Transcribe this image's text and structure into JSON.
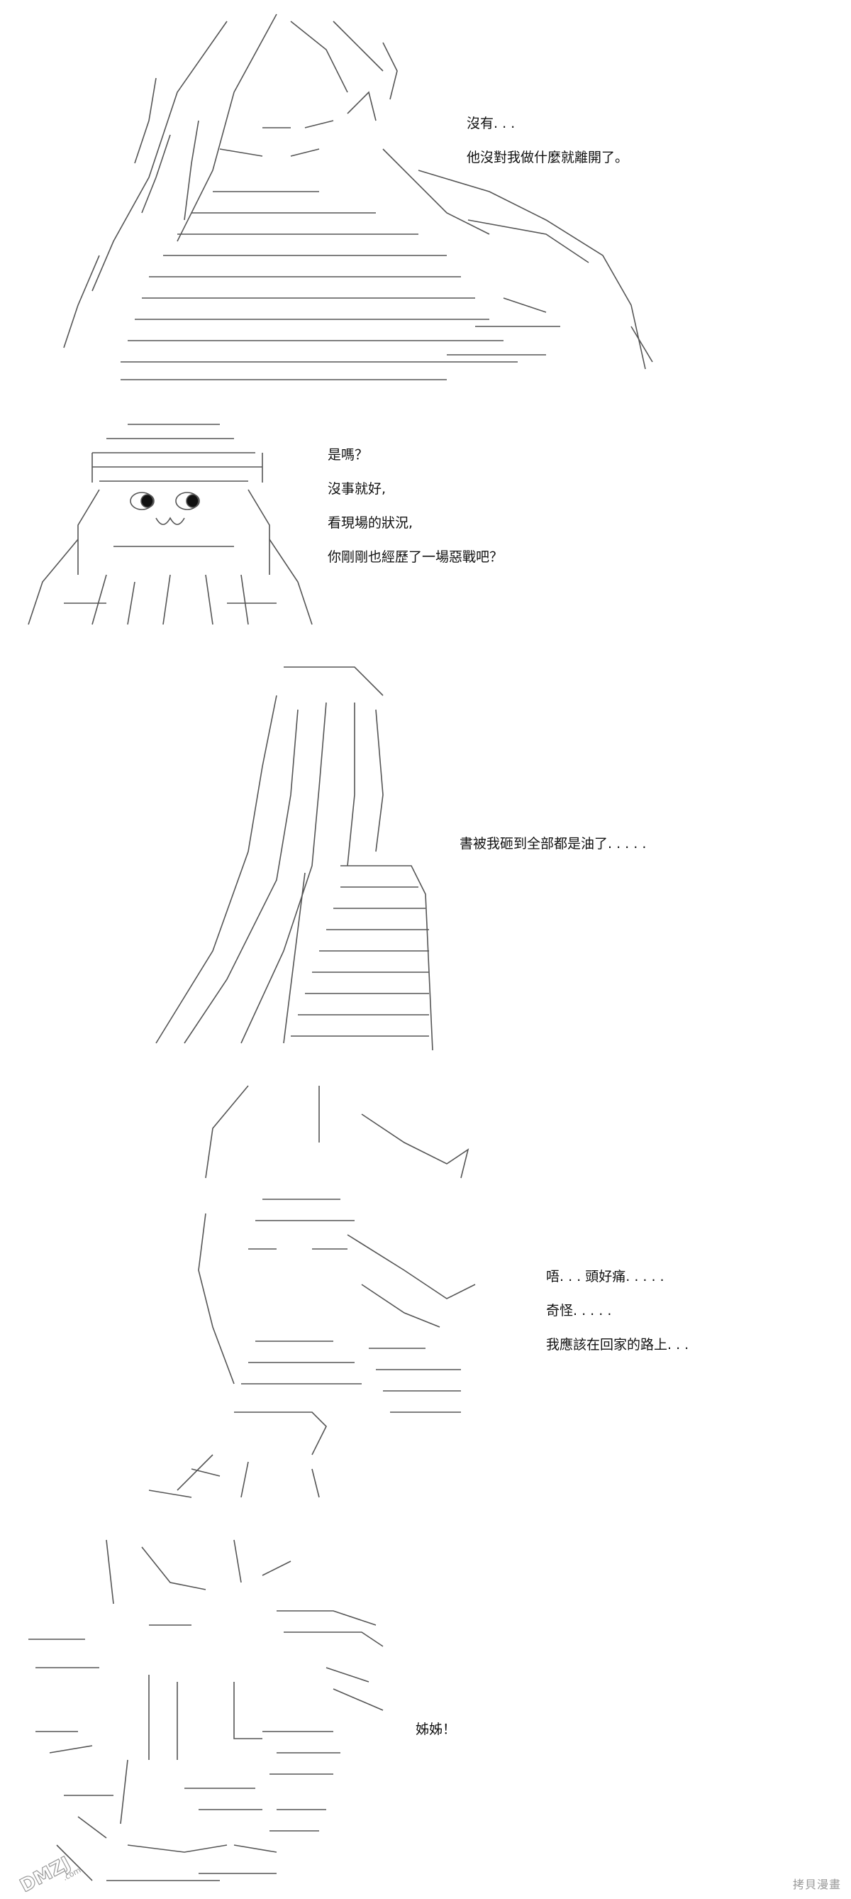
{
  "panels": [
    {
      "lines": [
        "沒有. . .",
        "他沒對我做什麼就離開了。"
      ]
    },
    {
      "lines": [
        "是嗎？",
        "沒事就好,",
        "看現場的狀況,",
        "你剛剛也經歷了一場惡戰吧？"
      ]
    },
    {
      "lines": [
        "書被我砸到全部都是油了. . . . ."
      ]
    },
    {
      "lines": [
        "唔. . . 頭好痛. . . . .",
        "奇怪. . . . .",
        "我應該在回家的路上. . ."
      ]
    },
    {
      "lines": [
        "姊姊！"
      ]
    }
  ],
  "watermarks": {
    "right": "拷貝漫畫",
    "left_logo": "DMZJ",
    "left_sub": ".com"
  },
  "colors": {
    "ink": "#111111",
    "line_art": "#555555",
    "watermark": "#9a9a9a"
  }
}
